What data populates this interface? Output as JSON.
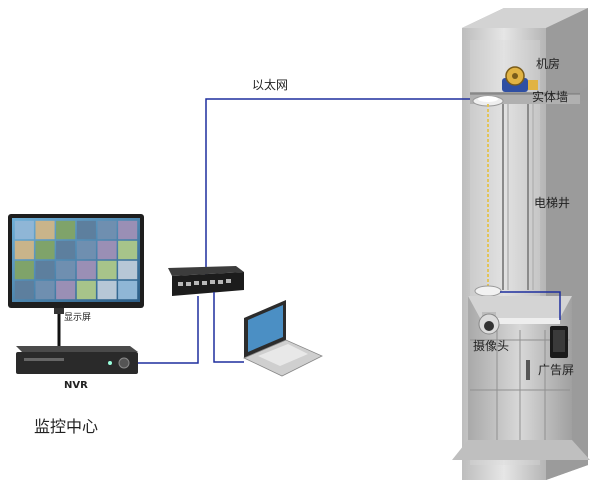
{
  "labels": {
    "ethernet": "以太网",
    "machine_room": "机房",
    "solid_wall": "实体墙",
    "elevator_shaft": "电梯井",
    "display": "显示屏",
    "nvr": "NVR",
    "camera": "摄像头",
    "ad_screen": "广告屏",
    "monitoring_center": "监控中心"
  },
  "colors": {
    "network_line": "#1e2f9e",
    "shaft_gray": "#c9c9c9",
    "shaft_dark": "#8e8e8e",
    "nvr_body": "#2a2a2a",
    "camera_dome": "#dcdcdc"
  }
}
